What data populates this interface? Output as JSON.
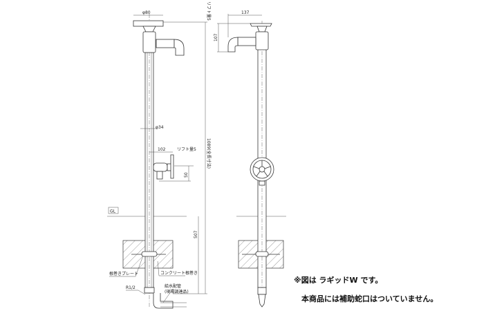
{
  "front_view": {
    "dim_head_diameter": "φ80",
    "dim_lift_top": "リフト量5",
    "dim_pipe_diameter": "φ34",
    "dim_aux_faucet_offset": "102",
    "dim_lift_aux": "リフト量5",
    "dim_aux_height": "50",
    "dim_total_length": "1089(全長寸法)",
    "dim_buried_depth": "507",
    "ground_level_label": "GL",
    "label_base_plate": "根巻きプレート",
    "label_concrete": "コンクリート根巻き",
    "label_thread": "R1/2",
    "label_supply_pipe": "給水配管",
    "label_supply_pipe_note": "(現場調達品)"
  },
  "side_view": {
    "dim_spout_reach": "137",
    "dim_spout_height": "107"
  },
  "notes": {
    "figure_note": "※図は ラギッドW です。",
    "accessory_note": "本商品には補助蛇口はついていません。"
  }
}
